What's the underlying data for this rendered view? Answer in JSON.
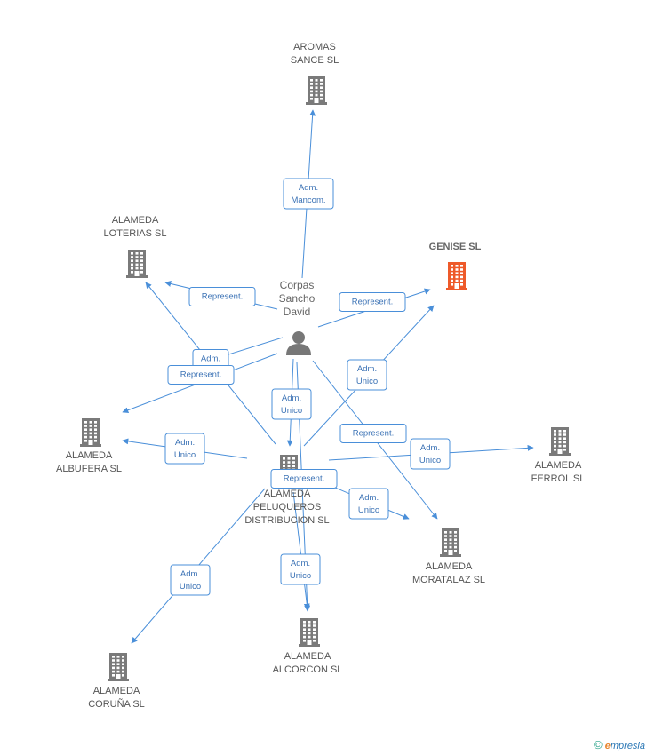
{
  "colors": {
    "edge": "#4a8fd9",
    "building": "#7a7a7a",
    "building_highlight": "#ee5a2a",
    "person": "#777777"
  },
  "person": {
    "id": "corpas",
    "lines": [
      "Corpas",
      "Sancho",
      "David"
    ],
    "icon": "person-icon"
  },
  "companies": [
    {
      "id": "aromas",
      "lines": [
        "AROMAS",
        "SANCE  SL"
      ],
      "icon": "building-icon"
    },
    {
      "id": "loterias",
      "lines": [
        "ALAMEDA",
        "LOTERIAS SL"
      ],
      "icon": "building-icon"
    },
    {
      "id": "genise",
      "lines": [
        "GENISE SL"
      ],
      "icon": "building-icon",
      "highlight": true
    },
    {
      "id": "albufera",
      "lines": [
        "ALAMEDA",
        "ALBUFERA SL"
      ],
      "icon": "building-icon"
    },
    {
      "id": "peluqueros",
      "lines": [
        "ALAMEDA",
        "PELUQUEROS",
        "DISTRIBUCION SL"
      ],
      "icon": "building-icon"
    },
    {
      "id": "ferrol",
      "lines": [
        "ALAMEDA",
        "FERROL SL"
      ],
      "icon": "building-icon"
    },
    {
      "id": "moratalaz",
      "lines": [
        "ALAMEDA",
        "MORATALAZ SL"
      ],
      "icon": "building-icon"
    },
    {
      "id": "alcorcon",
      "lines": [
        "ALAMEDA",
        "ALCORCON SL"
      ],
      "icon": "building-icon"
    },
    {
      "id": "coruna",
      "lines": [
        "ALAMEDA",
        "CORUÑA SL"
      ],
      "icon": "building-icon"
    }
  ],
  "edges": [
    {
      "from": "corpas",
      "to": "aromas",
      "label": [
        "Adm.",
        "Mancom."
      ]
    },
    {
      "from": "corpas",
      "to": "loterias",
      "label": [
        "Represent."
      ]
    },
    {
      "from": "corpas",
      "to": "genise",
      "label": [
        "Represent."
      ]
    },
    {
      "from": "corpas",
      "to": "albufera",
      "label": [
        "Adm."
      ]
    },
    {
      "from": "corpas",
      "to": "albufera",
      "label": [
        "Represent."
      ]
    },
    {
      "from": "corpas",
      "to": "peluqueros",
      "label": [
        "Adm.",
        "Unico"
      ]
    },
    {
      "from": "corpas",
      "to": "alcorcon",
      "label": [
        "Represent."
      ]
    },
    {
      "from": "corpas",
      "to": "moratalaz",
      "label": [
        "Represent."
      ]
    },
    {
      "from": "peluqueros",
      "to": "genise",
      "label": [
        "Adm.",
        "Unico"
      ]
    },
    {
      "from": "peluqueros",
      "to": "loterias",
      "label": []
    },
    {
      "from": "peluqueros",
      "to": "albufera",
      "label": [
        "Adm.",
        "Unico"
      ]
    },
    {
      "from": "peluqueros",
      "to": "ferrol",
      "label": [
        "Adm.",
        "Unico"
      ]
    },
    {
      "from": "peluqueros",
      "to": "moratalaz",
      "label": [
        "Adm.",
        "Unico"
      ]
    },
    {
      "from": "peluqueros",
      "to": "alcorcon",
      "label": [
        "Adm.",
        "Unico"
      ]
    },
    {
      "from": "peluqueros",
      "to": "coruna",
      "label": [
        "Adm.",
        "Unico"
      ]
    }
  ],
  "footer": {
    "copyright": "©",
    "brand_initial": "e",
    "brand_rest": "mpresia"
  }
}
